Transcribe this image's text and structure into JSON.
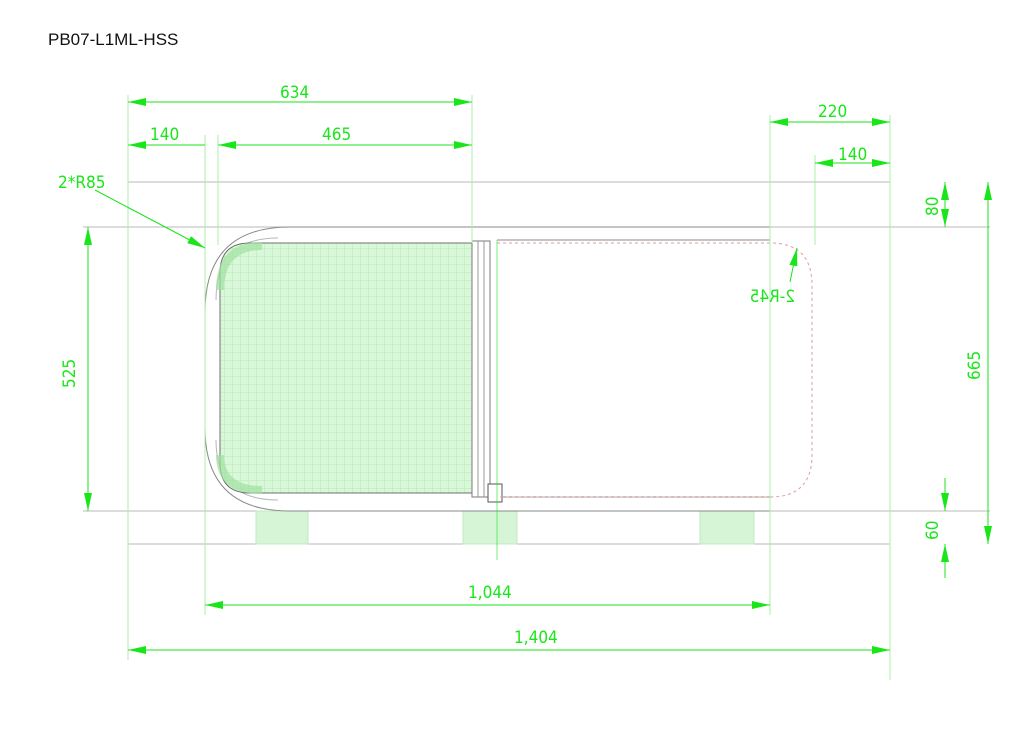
{
  "drawing": {
    "title": "PB07-L1ML-HSS",
    "dimensions": {
      "top_total": "634",
      "top_left": "140",
      "top_inner": "465",
      "top_right_outer": "220",
      "top_right_inner": "140",
      "radius_corner": "2*R85",
      "radius_inner": "2-R45",
      "left_height": "525",
      "right_top": "80",
      "right_total": "665",
      "right_bottom": "60",
      "bottom_inner": "1,044",
      "bottom_total": "1,404"
    },
    "colors": {
      "dimension": "#19e619",
      "outline": "#8a8a8a",
      "grid_fill": "#ccf5cc",
      "feet": "#d6f5d6"
    }
  }
}
